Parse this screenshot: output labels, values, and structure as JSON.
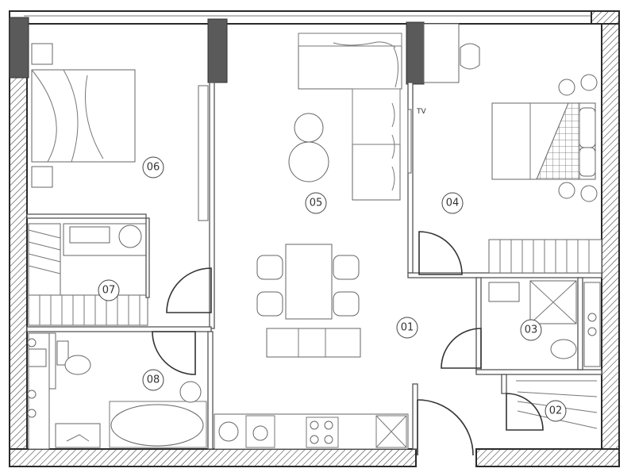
{
  "rooms": [
    {
      "id": "01",
      "label": "01"
    },
    {
      "id": "02",
      "label": "02"
    },
    {
      "id": "03",
      "label": "03"
    },
    {
      "id": "04",
      "label": "04"
    },
    {
      "id": "05",
      "label": "05"
    },
    {
      "id": "06",
      "label": "06"
    },
    {
      "id": "07",
      "label": "07"
    },
    {
      "id": "08",
      "label": "08"
    }
  ],
  "tv_label": "TV",
  "colors": {
    "wall_line": "#2a2a2a",
    "column": "#5a5a5a",
    "furniture": "#666666"
  }
}
